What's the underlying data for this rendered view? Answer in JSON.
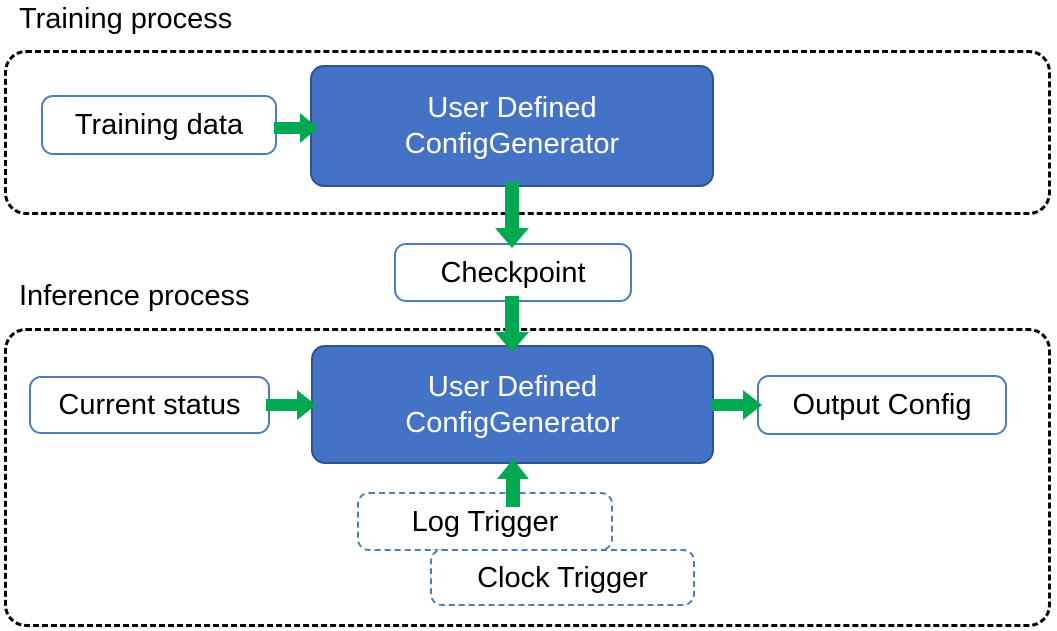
{
  "diagram": {
    "title_training": "Training process",
    "title_inference": "Inference process",
    "colors": {
      "blue_fill": "#4472C4",
      "blue_stroke": "#2E528F",
      "outline_blue": "#4A7EBB",
      "arrow_green": "#00A94F",
      "container_dash": "#000000",
      "background": "#FFFFFF",
      "text_dark": "#000000",
      "text_light": "#FFFFFF"
    }
  },
  "training": {
    "input_box": "Training data",
    "generator": {
      "line1": "User Defined",
      "line2": "ConfigGenerator"
    }
  },
  "checkpoint": {
    "label": "Checkpoint"
  },
  "inference": {
    "input_box": "Current status",
    "generator": {
      "line1": "User Defined",
      "line2": "ConfigGenerator"
    },
    "output_box": "Output Config",
    "triggers": [
      {
        "label": "Log Trigger"
      },
      {
        "label": "Clock Trigger"
      }
    ]
  },
  "arrows": [
    {
      "name": "training-data-to-generator",
      "direction": "right"
    },
    {
      "name": "generator-to-checkpoint",
      "direction": "down"
    },
    {
      "name": "checkpoint-to-generator",
      "direction": "down"
    },
    {
      "name": "current-status-to-generator",
      "direction": "right"
    },
    {
      "name": "generator-to-output-config",
      "direction": "right"
    },
    {
      "name": "triggers-to-generator",
      "direction": "up"
    }
  ]
}
